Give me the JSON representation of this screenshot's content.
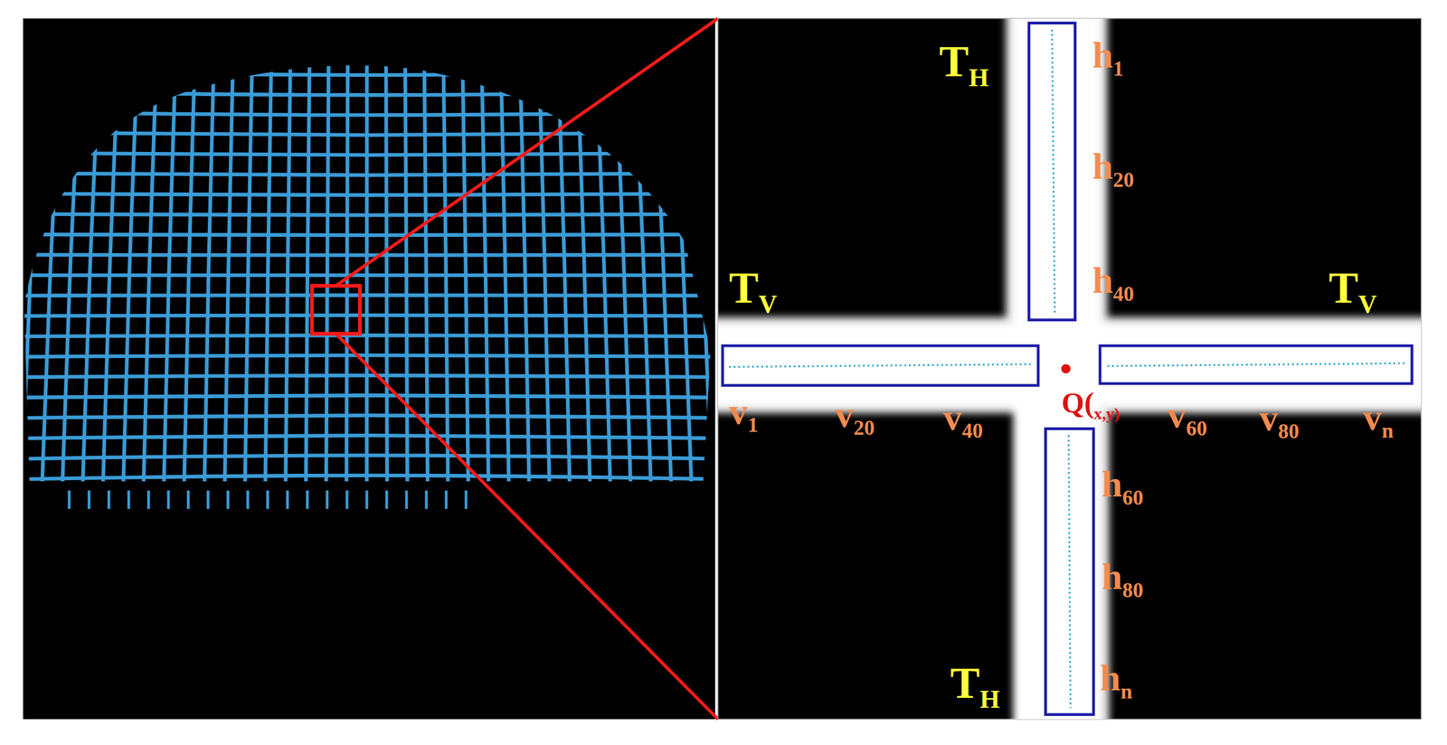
{
  "diagram": {
    "labels": [
      "TH",
      "TH",
      "TV",
      "TV",
      "h1",
      "h20",
      "h40",
      "h60",
      "h80",
      "hn",
      "v1",
      "v20",
      "v40",
      "v60",
      "v80",
      "vn",
      "Q(x,y)"
    ]
  }
}
